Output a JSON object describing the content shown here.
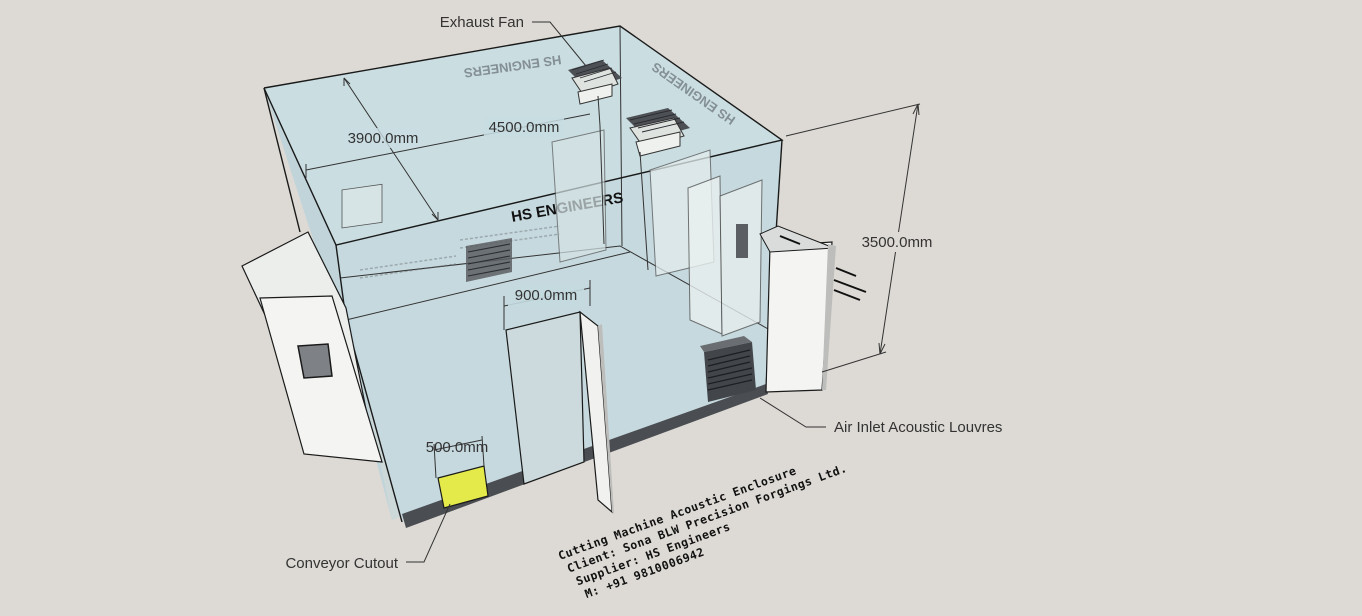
{
  "colors": {
    "background": "#dddad5",
    "glass": "#bfd6dc",
    "glass_edge": "#1a1a1a",
    "door_panel": "#f4f4f2",
    "conveyor_cutout": "#e4ea4a",
    "base_strip": "#4a4d52"
  },
  "brand": {
    "front": "HS ENGINEERS",
    "back_mirrored": "HS ENGINEERS",
    "side_mirrored": "HS ENGINEERS"
  },
  "dimensions": {
    "depth": "3900.0mm",
    "width": "4500.0mm",
    "height": "3500.0mm",
    "door_width": "900.0mm",
    "cutout_width": "500.0mm"
  },
  "callouts": {
    "exhaust_fan": "Exhaust Fan",
    "air_inlet": "Air Inlet Acoustic Louvres",
    "conveyor_cutout": "Conveyor Cutout"
  },
  "project_note": [
    "Cutting Machine Acoustic Enclosure",
    "Client: Sona BLW Precision Forgings Ltd.",
    "Supplier: HS Engineers",
    "M: +91 9810006942"
  ],
  "icons": [
    "exhaust-fan-icon",
    "louvre-icon",
    "door-window-icon"
  ]
}
